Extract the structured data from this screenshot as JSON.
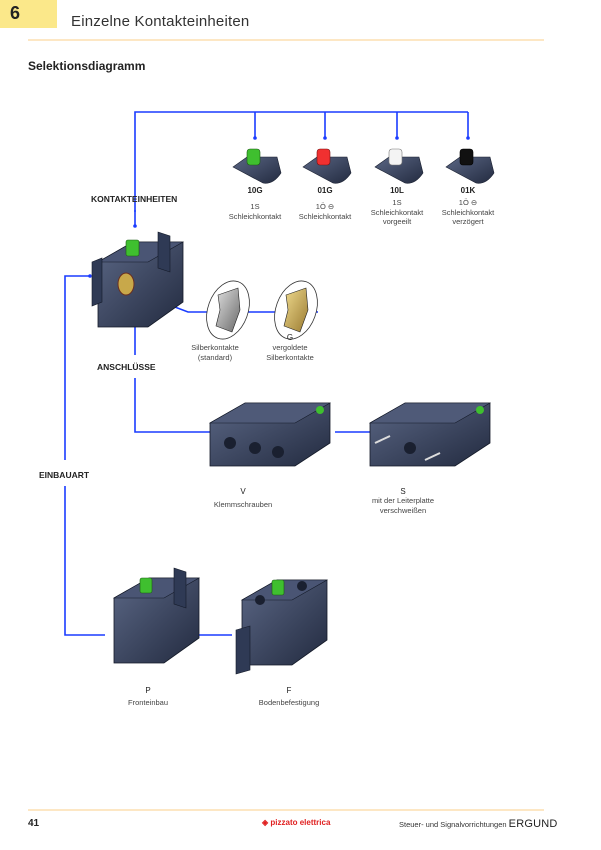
{
  "header": {
    "chapter": "6",
    "title": "Einzelne Kontakteinheiten",
    "section": "Selektionsdiagramm"
  },
  "categories": {
    "contacts": "KONTAKTEINHEITEN",
    "connections": "ANSCHLÜSSE",
    "mounting": "EINBAUART"
  },
  "contact_units": [
    {
      "code": "10G",
      "line1": "1S",
      "line2": "Schleichkontakt",
      "line3": "",
      "color": "#3fbf2f"
    },
    {
      "code": "01G",
      "line1": "1Ö",
      "line2": "Schleichkontakt",
      "line3": "",
      "color": "#f03030"
    },
    {
      "code": "10L",
      "line1": "1S",
      "line2": "Schleichkontakt",
      "line3": "vorgeeilt",
      "color": "#f4f4f4"
    },
    {
      "code": "01K",
      "line1": "1Ö",
      "line2": "Schleichkontakt",
      "line3": "verzögert",
      "color": "#111111"
    }
  ],
  "contact_materials": [
    {
      "code": "",
      "line1": "Silberkontakte",
      "line2": "(standard)",
      "color": "#9a9a9a"
    },
    {
      "code": "G",
      "line1": "vergoldete",
      "line2": "Silberkontakte",
      "color": "#c8a84a"
    }
  ],
  "connections": [
    {
      "code": "V",
      "line1": "Klemmschrauben",
      "line2": ""
    },
    {
      "code": "S",
      "line1": "mit der Leiterplatte",
      "line2": "verschweißen"
    }
  ],
  "mounting": [
    {
      "code": "P",
      "line1": "Fronteinbau"
    },
    {
      "code": "F",
      "line1": "Bodenbefestigung"
    }
  ],
  "colors": {
    "line": "#1a3cff",
    "body": "#2f3a55",
    "accent": "#fbe88a"
  },
  "footer": {
    "page": "41",
    "logo": "pizzato elettrica",
    "text": "Steuer- und Signalvorrichtungen",
    "brand": "ERGUND"
  }
}
